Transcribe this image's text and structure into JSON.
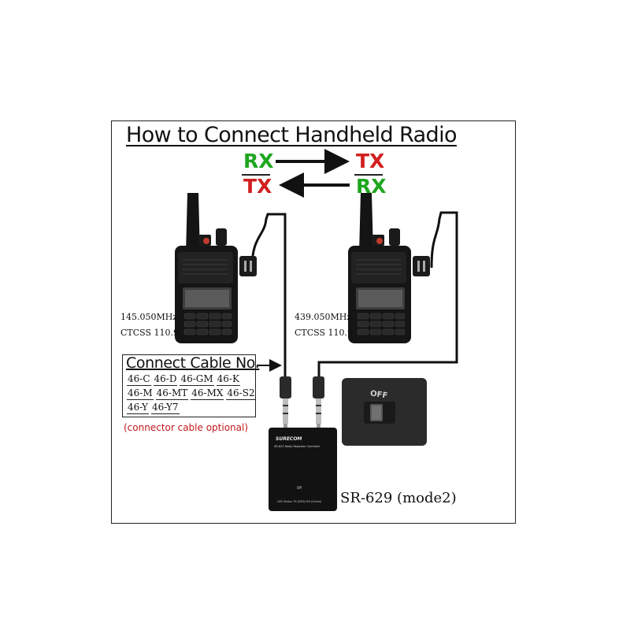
{
  "title": "How to Connect Handheld Radio",
  "signals": {
    "left_top": "RX",
    "left_bottom": "TX",
    "right_top": "TX",
    "right_bottom": "RX"
  },
  "radio_left": {
    "freq": "145.050MHz",
    "ctcss": "CTCSS 110.9"
  },
  "radio_right": {
    "freq": "439.050MHz",
    "ctcss": "CTCSS 110.9"
  },
  "connect_cable": {
    "heading": "Connect Cable No.",
    "rows": [
      [
        "46-C",
        "46-D",
        "46-GM",
        "46-K"
      ],
      [
        "46-M",
        "46-MT",
        "46-MX",
        "46-S2"
      ],
      [
        "46-Y",
        "46-Y7"
      ]
    ],
    "note": "(connector cable optional)"
  },
  "device": {
    "model": "SR-629 (mode2)",
    "brand": "SURECOM",
    "subtitle": "SR-629 Radio Repeater Controller",
    "switch_label": "Off",
    "led_labels": "LED Status  TX (RED)  RX (Green)"
  },
  "inset": {
    "switch_label": "OFF"
  },
  "colors": {
    "rx": "#1fa61f",
    "tx": "#d21f1f",
    "note": "#c0171c"
  }
}
